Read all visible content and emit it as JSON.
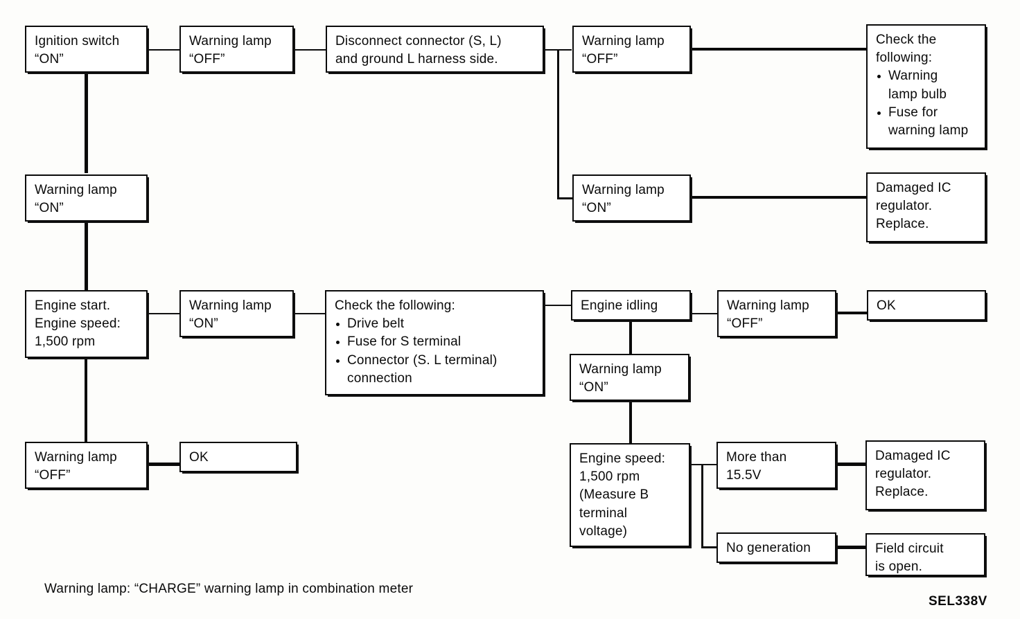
{
  "figure": {
    "code": "SEL338V",
    "note": "Warning lamp: “CHARGE” warning lamp in combination meter"
  },
  "nodes": {
    "ignition_switch": {
      "line1": "Ignition switch",
      "line2": "“ON”"
    },
    "warn_off_1": {
      "line1": "Warning lamp",
      "line2": "“OFF”"
    },
    "disconnect": {
      "line1": "Disconnect connector (S, L)",
      "line2": "and ground L harness side."
    },
    "warn_off_2": {
      "line1": "Warning lamp",
      "line2": "“OFF”"
    },
    "check_bulb": {
      "line1": "Check the",
      "line2": "following:",
      "bullets": [
        "Warning",
        "lamp bulb",
        "Fuse for",
        "warning lamp"
      ]
    },
    "warn_on_2": {
      "line1": "Warning lamp",
      "line2": "“ON”"
    },
    "damaged_ic_1": {
      "line1": "Damaged IC",
      "line2": "regulator.",
      "line3": "Replace."
    },
    "warn_on_1": {
      "line1": "Warning lamp",
      "line2": "“ON”"
    },
    "engine_start": {
      "line1": "Engine start.",
      "line2": "Engine speed:",
      "line3": "1,500 rpm"
    },
    "warn_on_3": {
      "line1": "Warning lamp",
      "line2": "“ON”"
    },
    "check_belt": {
      "line1": "Check the following:",
      "bullets": [
        "Drive belt",
        "Fuse for S terminal",
        "Connector (S. L terminal)",
        "connection"
      ]
    },
    "engine_idling": {
      "line1": "Engine idling"
    },
    "warn_off_4": {
      "line1": "Warning lamp",
      "line2": "“OFF”"
    },
    "ok_right": {
      "line1": "OK"
    },
    "warn_on_4": {
      "line1": "Warning lamp",
      "line2": "“ON”"
    },
    "warn_off_3": {
      "line1": "Warning lamp",
      "line2": "“OFF”"
    },
    "ok_left": {
      "line1": "OK"
    },
    "engine_speed_measure": {
      "line1": "Engine speed:",
      "line2": "1,500 rpm",
      "line3": "(Measure B",
      "line4": "terminal",
      "line5": "voltage)"
    },
    "more_than": {
      "line1": "More than",
      "line2": "15.5V"
    },
    "damaged_ic_2": {
      "line1": "Damaged IC",
      "line2": "regulator.",
      "line3": "Replace."
    },
    "no_generation": {
      "line1": "No generation"
    },
    "field_circuit": {
      "line1": "Field circuit",
      "line2": "is open."
    }
  },
  "colors": {
    "ink": "#0a0a0a",
    "paper": "#fdfdfb"
  }
}
